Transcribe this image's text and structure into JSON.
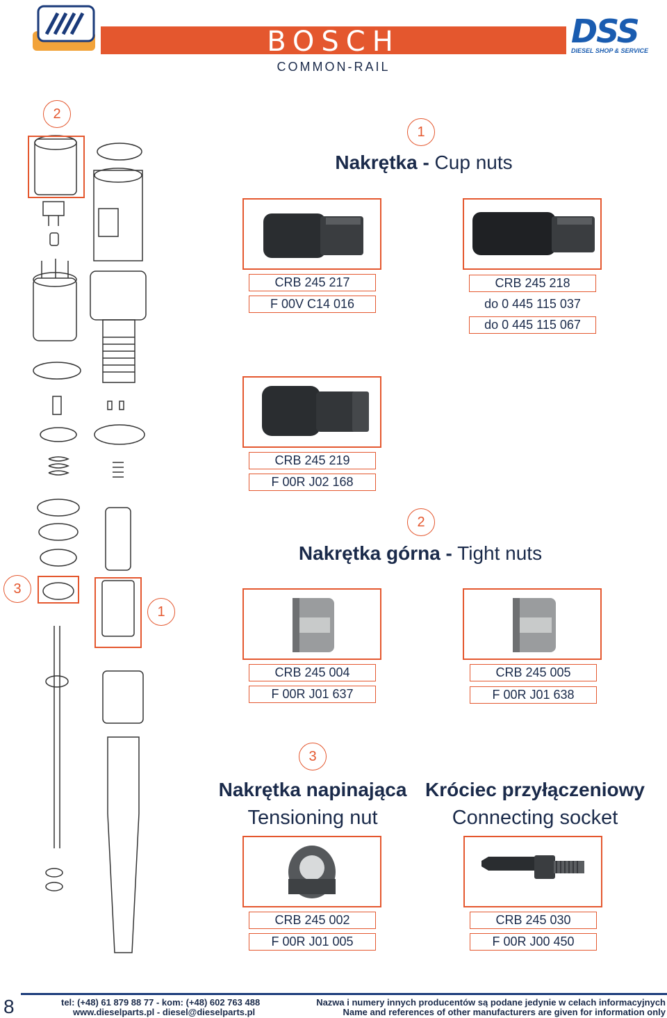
{
  "header": {
    "brand": "BOSCH",
    "subtitle": "COMMON-RAIL",
    "dss_logo": "DSS",
    "dss_tagline": "DIESEL SHOP & SERVICE"
  },
  "colors": {
    "accent": "#e4572e",
    "text": "#1a2a4a",
    "footer_line": "#1a3a7a"
  },
  "diagram_markers": {
    "m2": "2",
    "m3": "3",
    "m1": "1"
  },
  "sections": {
    "cup": {
      "number": "1",
      "title_pl": "Nakrętka -",
      "title_en": "Cup nuts",
      "items": [
        {
          "codes": [
            "CRB 245 217",
            "F 00V C14 016"
          ]
        },
        {
          "codes": [
            "CRB 245 218",
            "do 0 445 115 037",
            "do 0 445 115 067"
          ]
        },
        {
          "codes": [
            "CRB 245 219",
            "F 00R J02 168"
          ]
        }
      ]
    },
    "tight": {
      "number": "2",
      "title_pl": "Nakrętka górna -",
      "title_en": "Tight nuts",
      "items": [
        {
          "codes": [
            "CRB 245 004",
            "F 00R J01 637"
          ]
        },
        {
          "codes": [
            "CRB 245 005",
            "F 00R J01 638"
          ]
        }
      ]
    },
    "tension": {
      "number": "3",
      "title_pl": "Nakrętka napinająca",
      "title_en": "Tensioning nut",
      "codes": [
        "CRB 245 002",
        "F 00R J01 005"
      ]
    },
    "socket": {
      "title_pl": "Króciec przyłączeniowy",
      "title_en": "Connecting socket",
      "codes": [
        "CRB 245 030",
        "F 00R J00 450"
      ]
    }
  },
  "footer": {
    "page": "8",
    "contact1": "tel: (+48)  61 879 88 77 - kom: (+48) 602 763 488",
    "contact2": "www.dieselparts.pl - diesel@dieselparts.pl",
    "note_pl": "Nazwa i numery innych producentów są podane jedynie w celach informacyjnych",
    "note_en": "Name and references of other manufacturers are given for information only"
  }
}
